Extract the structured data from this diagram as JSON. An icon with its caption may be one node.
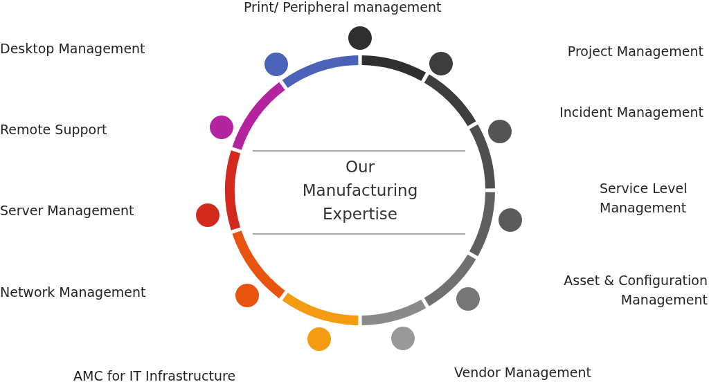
{
  "diagram": {
    "nodes": [
      {
        "text": [
          "Our Manufacturing Expertise"
        ]
      },
      {
        "text": [],
        "shape": "circle"
      },
      {
        "text": [],
        "shape": "circle"
      },
      {
        "text": [],
        "shape": "circle"
      },
      {
        "text": [],
        "shape": "circle"
      },
      {
        "text": [],
        "shape": "circle"
      },
      {
        "text": [],
        "shape": "circle"
      },
      {
        "text": [],
        "shape": "circle"
      },
      {
        "text": [],
        "shape": "circle"
      },
      {
        "text": [],
        "shape": "circle"
      },
      {
        "text": [],
        "shape": "circle"
      },
      {
        "text": [],
        "shape": "circle"
      }
    ],
    "edges": [],
    "labels": [
      "Print/ Peripheral management",
      "Desktop Management",
      "Project Management",
      "Incident Management",
      "Remote Support",
      "Service Level Management",
      "Server Management",
      "Asset & Configuration Management",
      "Network Management",
      "AMC for IT Infrastructure",
      "Vendor Management"
    ]
  }
}
